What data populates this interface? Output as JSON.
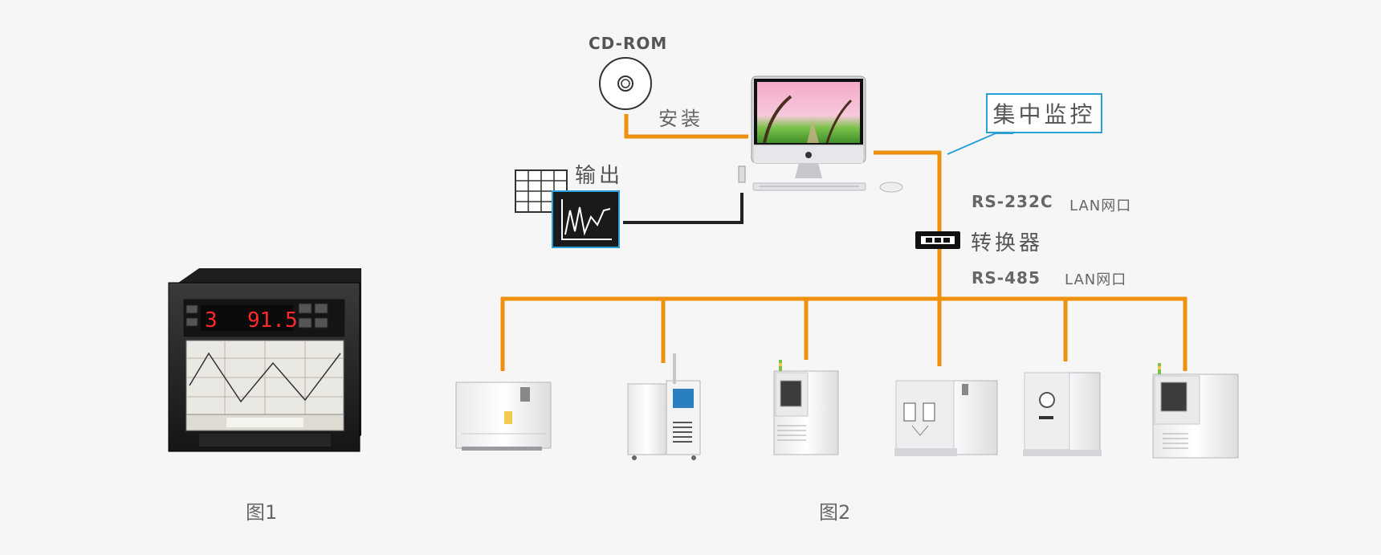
{
  "labels": {
    "cd_rom": "CD-ROM",
    "install": "安装",
    "output": "输出",
    "central_monitoring": "集中监控",
    "rs232c": "RS-232C",
    "lan_port_1": "LAN网口",
    "converter": "转换器",
    "rs485": "RS-485",
    "lan_port_2": "LAN网口",
    "figure_1": "图1",
    "figure_2": "图2"
  },
  "recorder_display": {
    "channel": "3",
    "value": "91.5"
  },
  "colors": {
    "bus_line": "#f0900f",
    "output_line": "#222222",
    "callout_border": "#2aa0d8",
    "background": "#f6f6f6",
    "display_digits": "#ff2a2a"
  },
  "icons": [
    "cd-rom-icon",
    "computer-icon",
    "table-grid-icon",
    "chart-output-icon",
    "converter-icon",
    "chart-recorder-device",
    "test-chamber-icon"
  ],
  "chambers_count_note": null
}
